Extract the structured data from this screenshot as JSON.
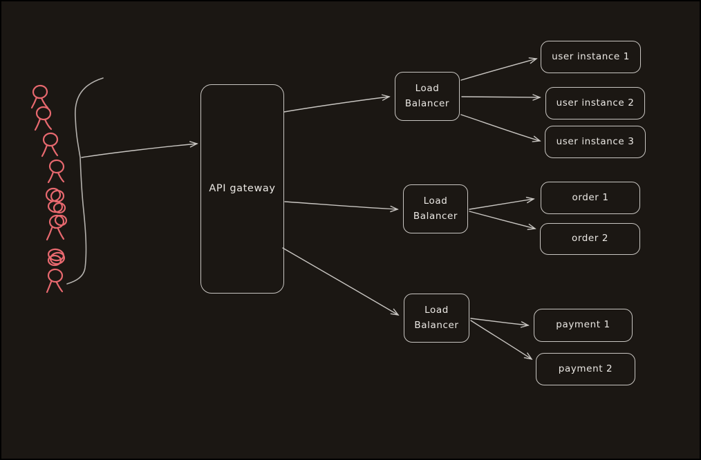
{
  "colors": {
    "background": "#1b1713",
    "frame": "#000000",
    "stroke": "#c9c6c2",
    "text": "#ebe8e4",
    "figure": "#e8696f",
    "curve": "#b5b2ae"
  },
  "nodes": {
    "api_gateway": {
      "label": "API gateway"
    },
    "lb_users": {
      "line1": "Load",
      "line2": "Balancer"
    },
    "lb_orders": {
      "line1": "Load",
      "line2": "Balancer"
    },
    "lb_payments": {
      "line1": "Load",
      "line2": "Balancer"
    },
    "user_instance_1": {
      "label": "user instance 1"
    },
    "user_instance_2": {
      "label": "user instance 2"
    },
    "user_instance_3": {
      "label": "user instance 3"
    },
    "order_1": {
      "label": "order 1"
    },
    "order_2": {
      "label": "order 2"
    },
    "payment_1": {
      "label": "payment 1"
    },
    "payment_2": {
      "label": "payment 2"
    }
  },
  "users_group": {
    "figure_count": 9
  },
  "edges": [
    {
      "from": "users-group",
      "to": "api-gateway"
    },
    {
      "from": "api-gateway",
      "to": "load-balancer-users"
    },
    {
      "from": "api-gateway",
      "to": "load-balancer-orders"
    },
    {
      "from": "api-gateway",
      "to": "load-balancer-payments"
    },
    {
      "from": "load-balancer-users",
      "to": "user-instance-1"
    },
    {
      "from": "load-balancer-users",
      "to": "user-instance-2"
    },
    {
      "from": "load-balancer-users",
      "to": "user-instance-3"
    },
    {
      "from": "load-balancer-orders",
      "to": "order-1"
    },
    {
      "from": "load-balancer-orders",
      "to": "order-2"
    },
    {
      "from": "load-balancer-payments",
      "to": "payment-1"
    },
    {
      "from": "load-balancer-payments",
      "to": "payment-2"
    }
  ]
}
